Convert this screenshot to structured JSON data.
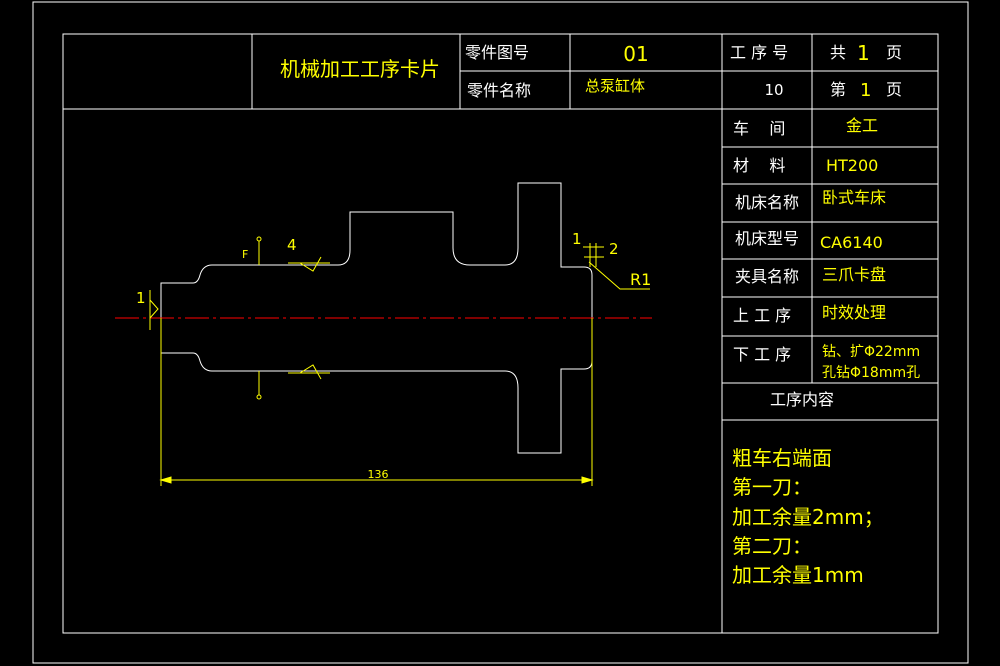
{
  "header": {
    "card_title": "机械加工工序卡片",
    "part_drawing_no_label": "零件图号",
    "part_drawing_no": "01",
    "part_name_label": "零件名称",
    "part_name": "总泵缸体",
    "process_no_label": "工 序 号",
    "process_no": "10",
    "total_pages_prefix": "共",
    "total_pages": "1",
    "total_pages_suffix": "页",
    "page_prefix": "第",
    "page_no": "1",
    "page_suffix": "页"
  },
  "info": {
    "workshop_label": "车    间",
    "workshop": "金工",
    "material_label": "材    料",
    "material": "HT200",
    "machine_name_label": "机床名称",
    "machine_name": "卧式车床",
    "machine_model_label": "机床型号",
    "machine_model": "CA6140",
    "fixture_label": "夹具名称",
    "fixture": "三爪卡盘",
    "prev_process_label": "上 工 序",
    "prev_process": "时效处理",
    "next_process_label": "下 工 序",
    "next_process_line1": "钻、扩Φ22mm",
    "next_process_line2": "孔钻Φ18mm孔",
    "content_label": "工序内容"
  },
  "content": {
    "line1": "粗车右端面",
    "line2": "第一刀：",
    "line3": "加工余量2mm；",
    "line4": "第二刀：",
    "line5": "加工余量1mm"
  },
  "drawing": {
    "label_f": "F",
    "label_4": "4",
    "label_1_left": "1",
    "label_1_right": "1",
    "label_2": "2",
    "label_r1": "R1",
    "dimension_136": "136"
  },
  "colors": {
    "line": "#ffffff",
    "text_accent": "#ffff00",
    "centerline": "#ff0000",
    "background": "#000000"
  }
}
